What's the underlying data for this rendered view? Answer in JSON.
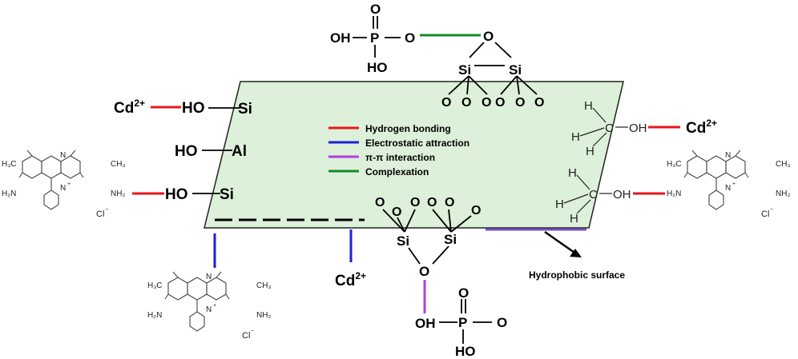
{
  "legend": {
    "items": [
      {
        "label": "Hydrogen bonding",
        "color": "#e8161b"
      },
      {
        "label": "Electrostatic attraction",
        "color": "#1f1fd6"
      },
      {
        "label": "π-π interaction",
        "color": "#b040e0"
      },
      {
        "label": "Complexation",
        "color": "#148a2a"
      }
    ]
  },
  "atoms": {
    "si": "Si",
    "al": "Al",
    "ho": "HO",
    "oh": "OH",
    "o": "O",
    "p": "P",
    "h": "H",
    "c": "C"
  },
  "ions": {
    "cd": "Cd",
    "cd_charge": "2+",
    "cl": "Cl",
    "cl_charge": "−",
    "n_plus": "+"
  },
  "dye_labels": {
    "h3c": "H₃C",
    "ch3": "CH₃",
    "h2n": "H₂N",
    "nh2": "NH₂",
    "n": "N"
  },
  "annotations": {
    "hydrophobic_surface": "Hydrophobic surface"
  },
  "colors": {
    "surface_fill": "#ddf0d9",
    "surface_stroke": "#222222"
  }
}
